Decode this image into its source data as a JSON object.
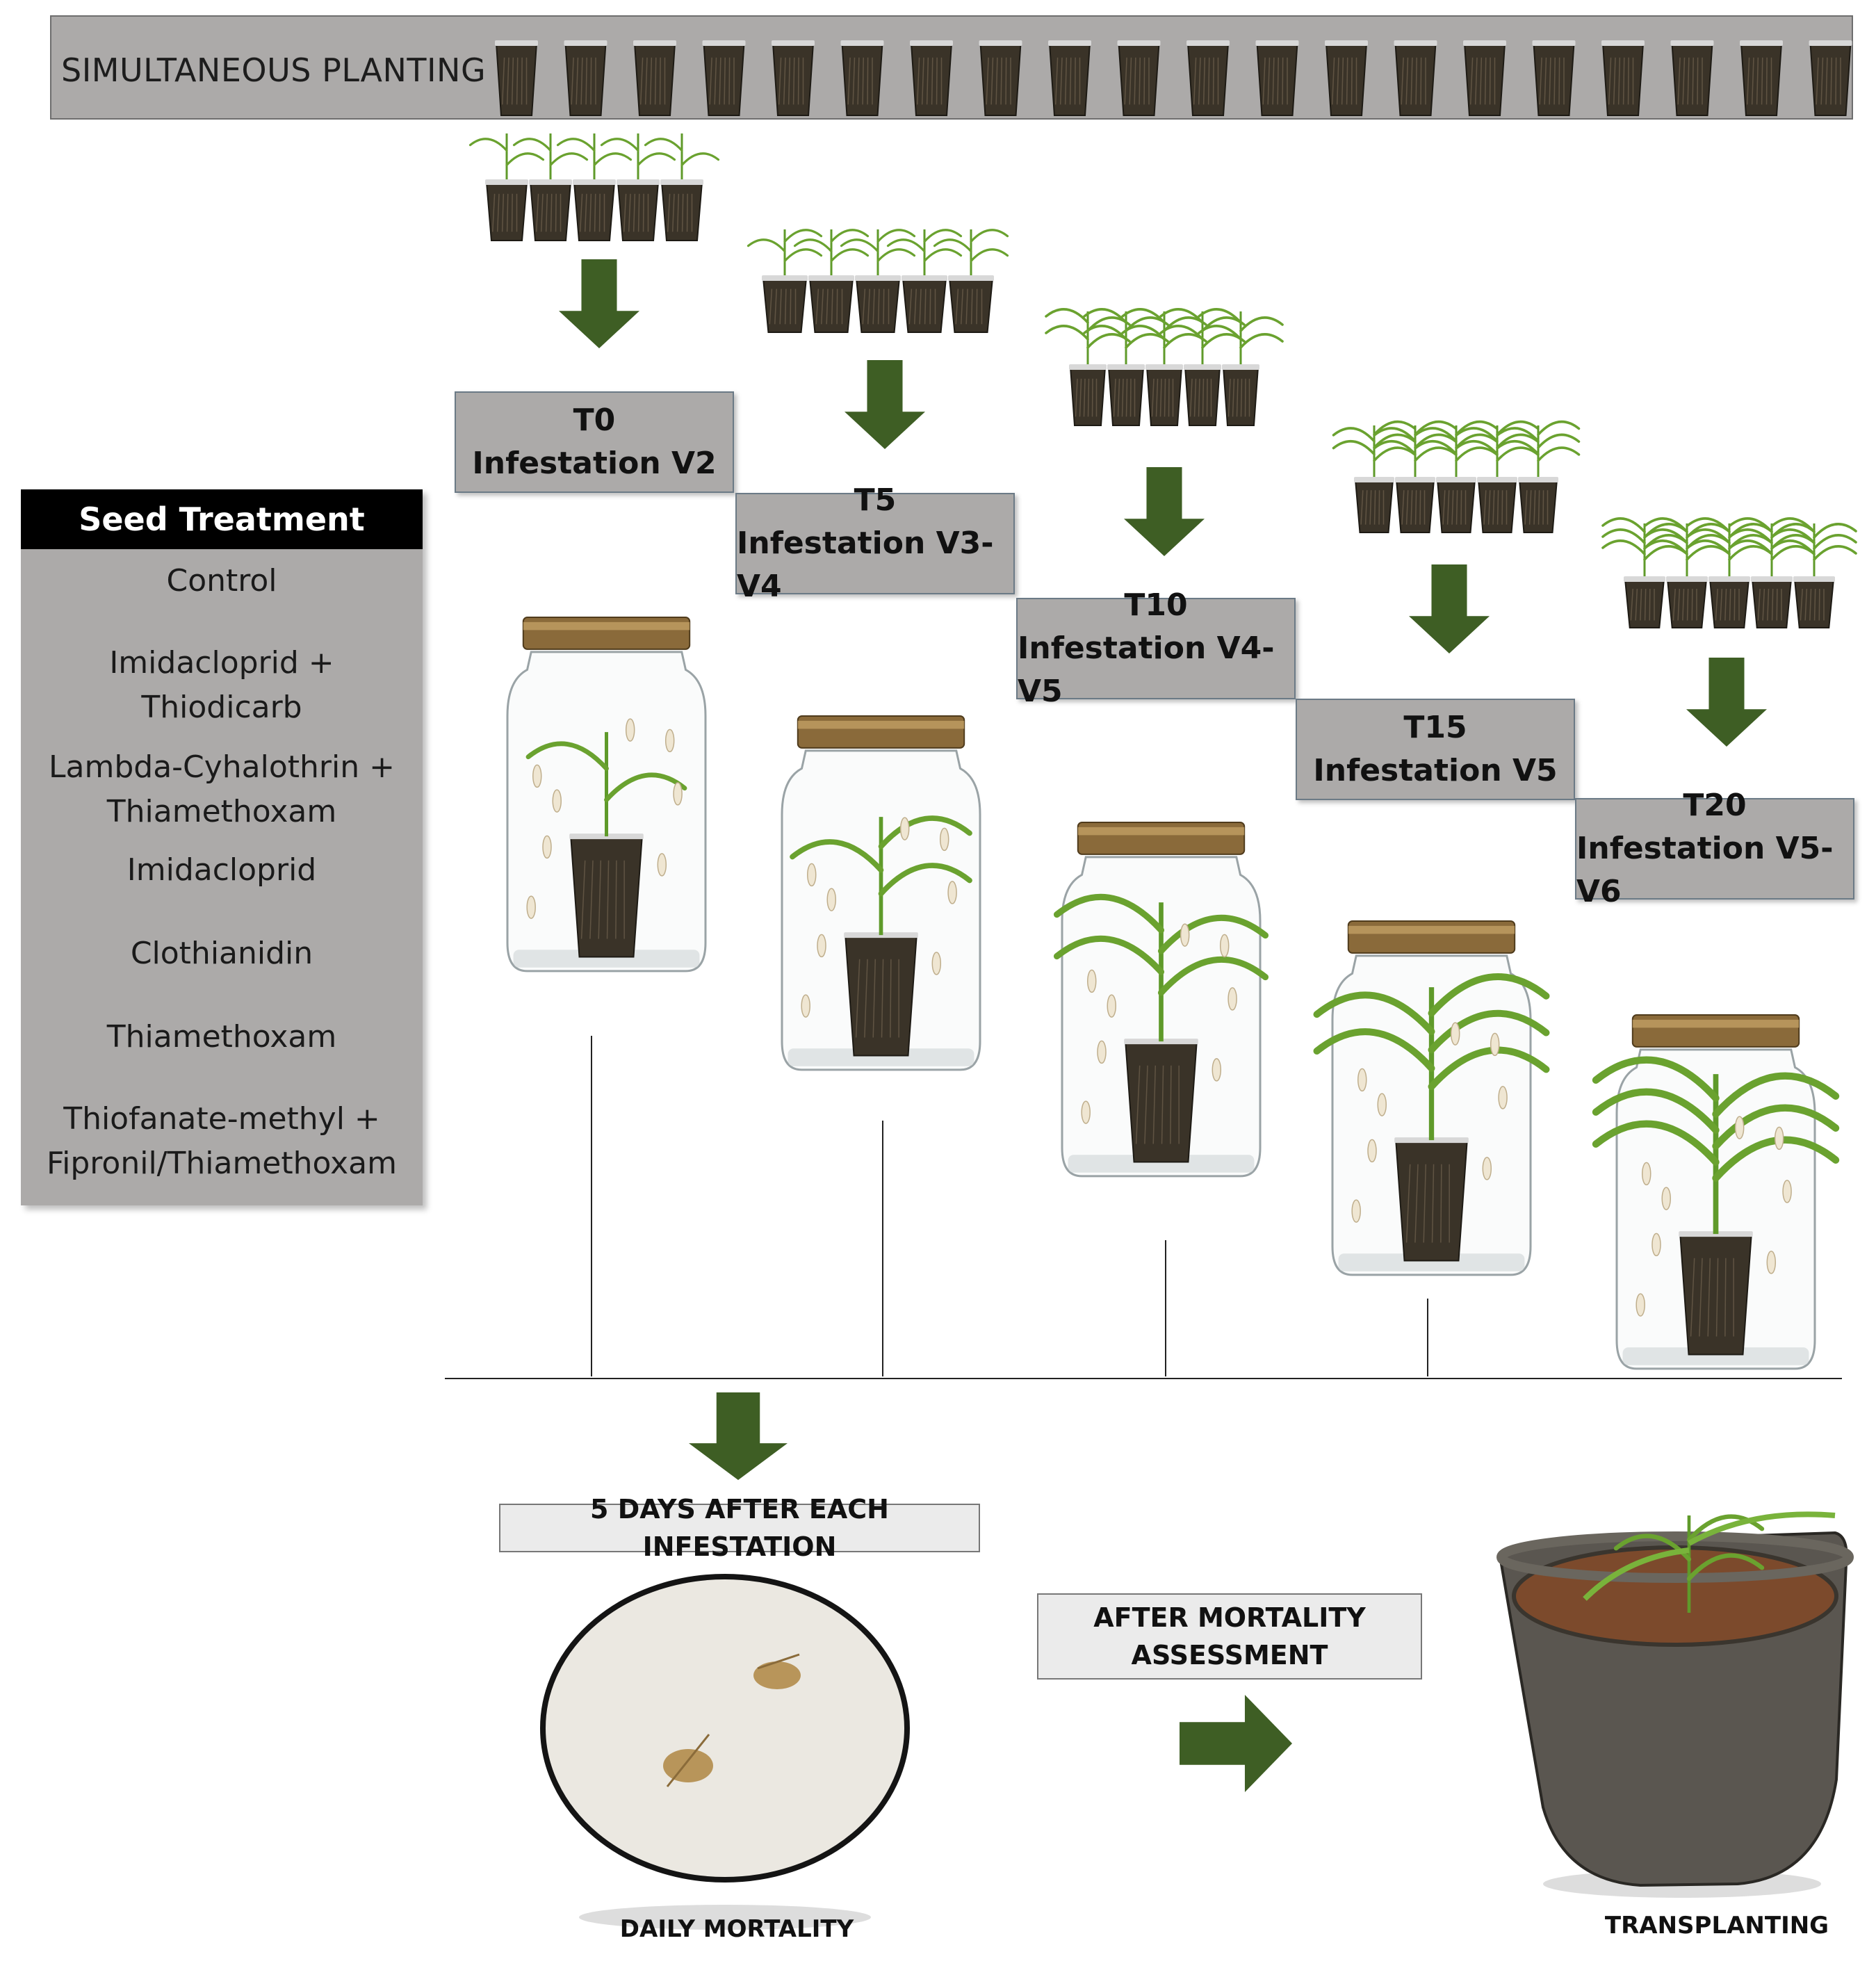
{
  "banner": {
    "label": "SIMULTANEOUS PLANTING"
  },
  "seed_treatment": {
    "title": "Seed Treatment",
    "items": [
      {
        "line1": "Control",
        "line2": ""
      },
      {
        "line1": "Imidacloprid +",
        "line2": "Thiodicarb"
      },
      {
        "line1": "Lambda-Cyhalothrin +",
        "line2": "Thiamethoxam"
      },
      {
        "line1": "Imidacloprid",
        "line2": ""
      },
      {
        "line1": "Clothianidin",
        "line2": ""
      },
      {
        "line1": "Thiamethoxam",
        "line2": ""
      },
      {
        "line1": "Thiofanate-methyl +",
        "line2": "Fipronil/Thiamethoxam"
      }
    ]
  },
  "stages": [
    {
      "time": "T0",
      "label": "Infestation V2"
    },
    {
      "time": "T5",
      "label": "Infestation V3-V4"
    },
    {
      "time": "T10",
      "label": "Infestation V4-V5"
    },
    {
      "time": "T15",
      "label": "Infestation V5"
    },
    {
      "time": "T20",
      "label": "Infestation V5-V6"
    }
  ],
  "evaluation": {
    "days_box": "5 DAYS AFTER EACH INFESTATION",
    "mortality_caption": "DAILY MORTALITY",
    "after_box_line1": "AFTER MORTALITY",
    "after_box_line2": "ASSESSMENT",
    "transplanting_caption": "TRANSPLANTING"
  },
  "colors": {
    "arrow": "#3e5e24",
    "box_gray": "#acaaa9",
    "leaf": "#6aa22f",
    "soil": "#3a3328",
    "lid": "#8a6a3a"
  }
}
